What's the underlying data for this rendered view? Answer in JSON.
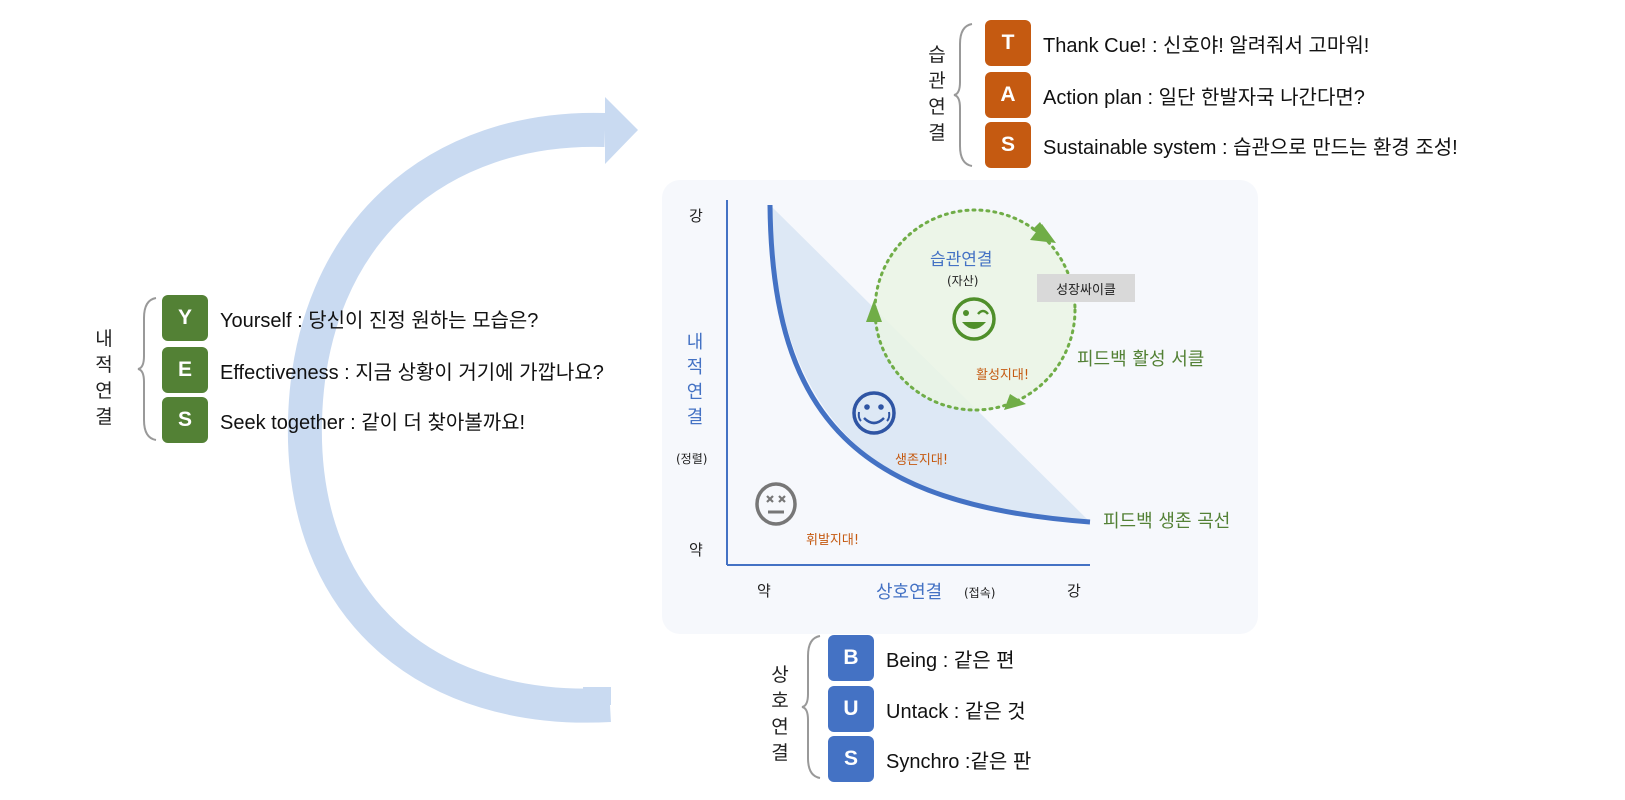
{
  "groups": {
    "habit": {
      "title": "습관연결",
      "color": "#c55a11",
      "items": [
        {
          "letter": "T",
          "text": "Thank Cue! : 신호야! 알려줘서 고마워!"
        },
        {
          "letter": "A",
          "text": "Action plan : 일단 한발자국 나간다면?"
        },
        {
          "letter": "S",
          "text": "Sustainable system : 습관으로 만드는 환경 조성!"
        }
      ]
    },
    "inner": {
      "title": "내적연결",
      "color": "#538135",
      "items": [
        {
          "letter": "Y",
          "text": "Yourself : 당신이 진정 원하는 모습은?"
        },
        {
          "letter": "E",
          "text": "Effectiveness : 지금 상황이 거기에 가깝나요?"
        },
        {
          "letter": "S",
          "text": "Seek together : 같이 더 찾아볼까요!"
        }
      ]
    },
    "mutual": {
      "title": "상호연결",
      "color": "#4472c4",
      "items": [
        {
          "letter": "B",
          "text": "Being : 같은  편"
        },
        {
          "letter": "U",
          "text": "Untack : 같은 것"
        },
        {
          "letter": "S",
          "text": "Synchro :같은 판"
        }
      ]
    }
  },
  "diagram": {
    "y_axis": {
      "high": "강",
      "low": "약",
      "title": "내적연결",
      "subtitle": "(정렬)"
    },
    "x_axis": {
      "low": "약",
      "high": "강",
      "title": "상호연결",
      "subtitle": "(접속)"
    },
    "circle_title": "습관연결",
    "circle_subtitle": "(자산)",
    "growth_tag": "성장싸이클",
    "active_circle_label": "피드백 활성 서클",
    "survival_curve_label": "피드백 생존 곡선",
    "zones": {
      "active": "활성지대!",
      "survival": "생존지대!",
      "volatile": "휘발지대!"
    },
    "colors": {
      "axis": "#4472c4",
      "curve": "#4472c4",
      "circle": "#70ad47",
      "green_label": "#538135",
      "zone_label": "#c55a11",
      "arc_arrow": "#c9daf1"
    }
  }
}
